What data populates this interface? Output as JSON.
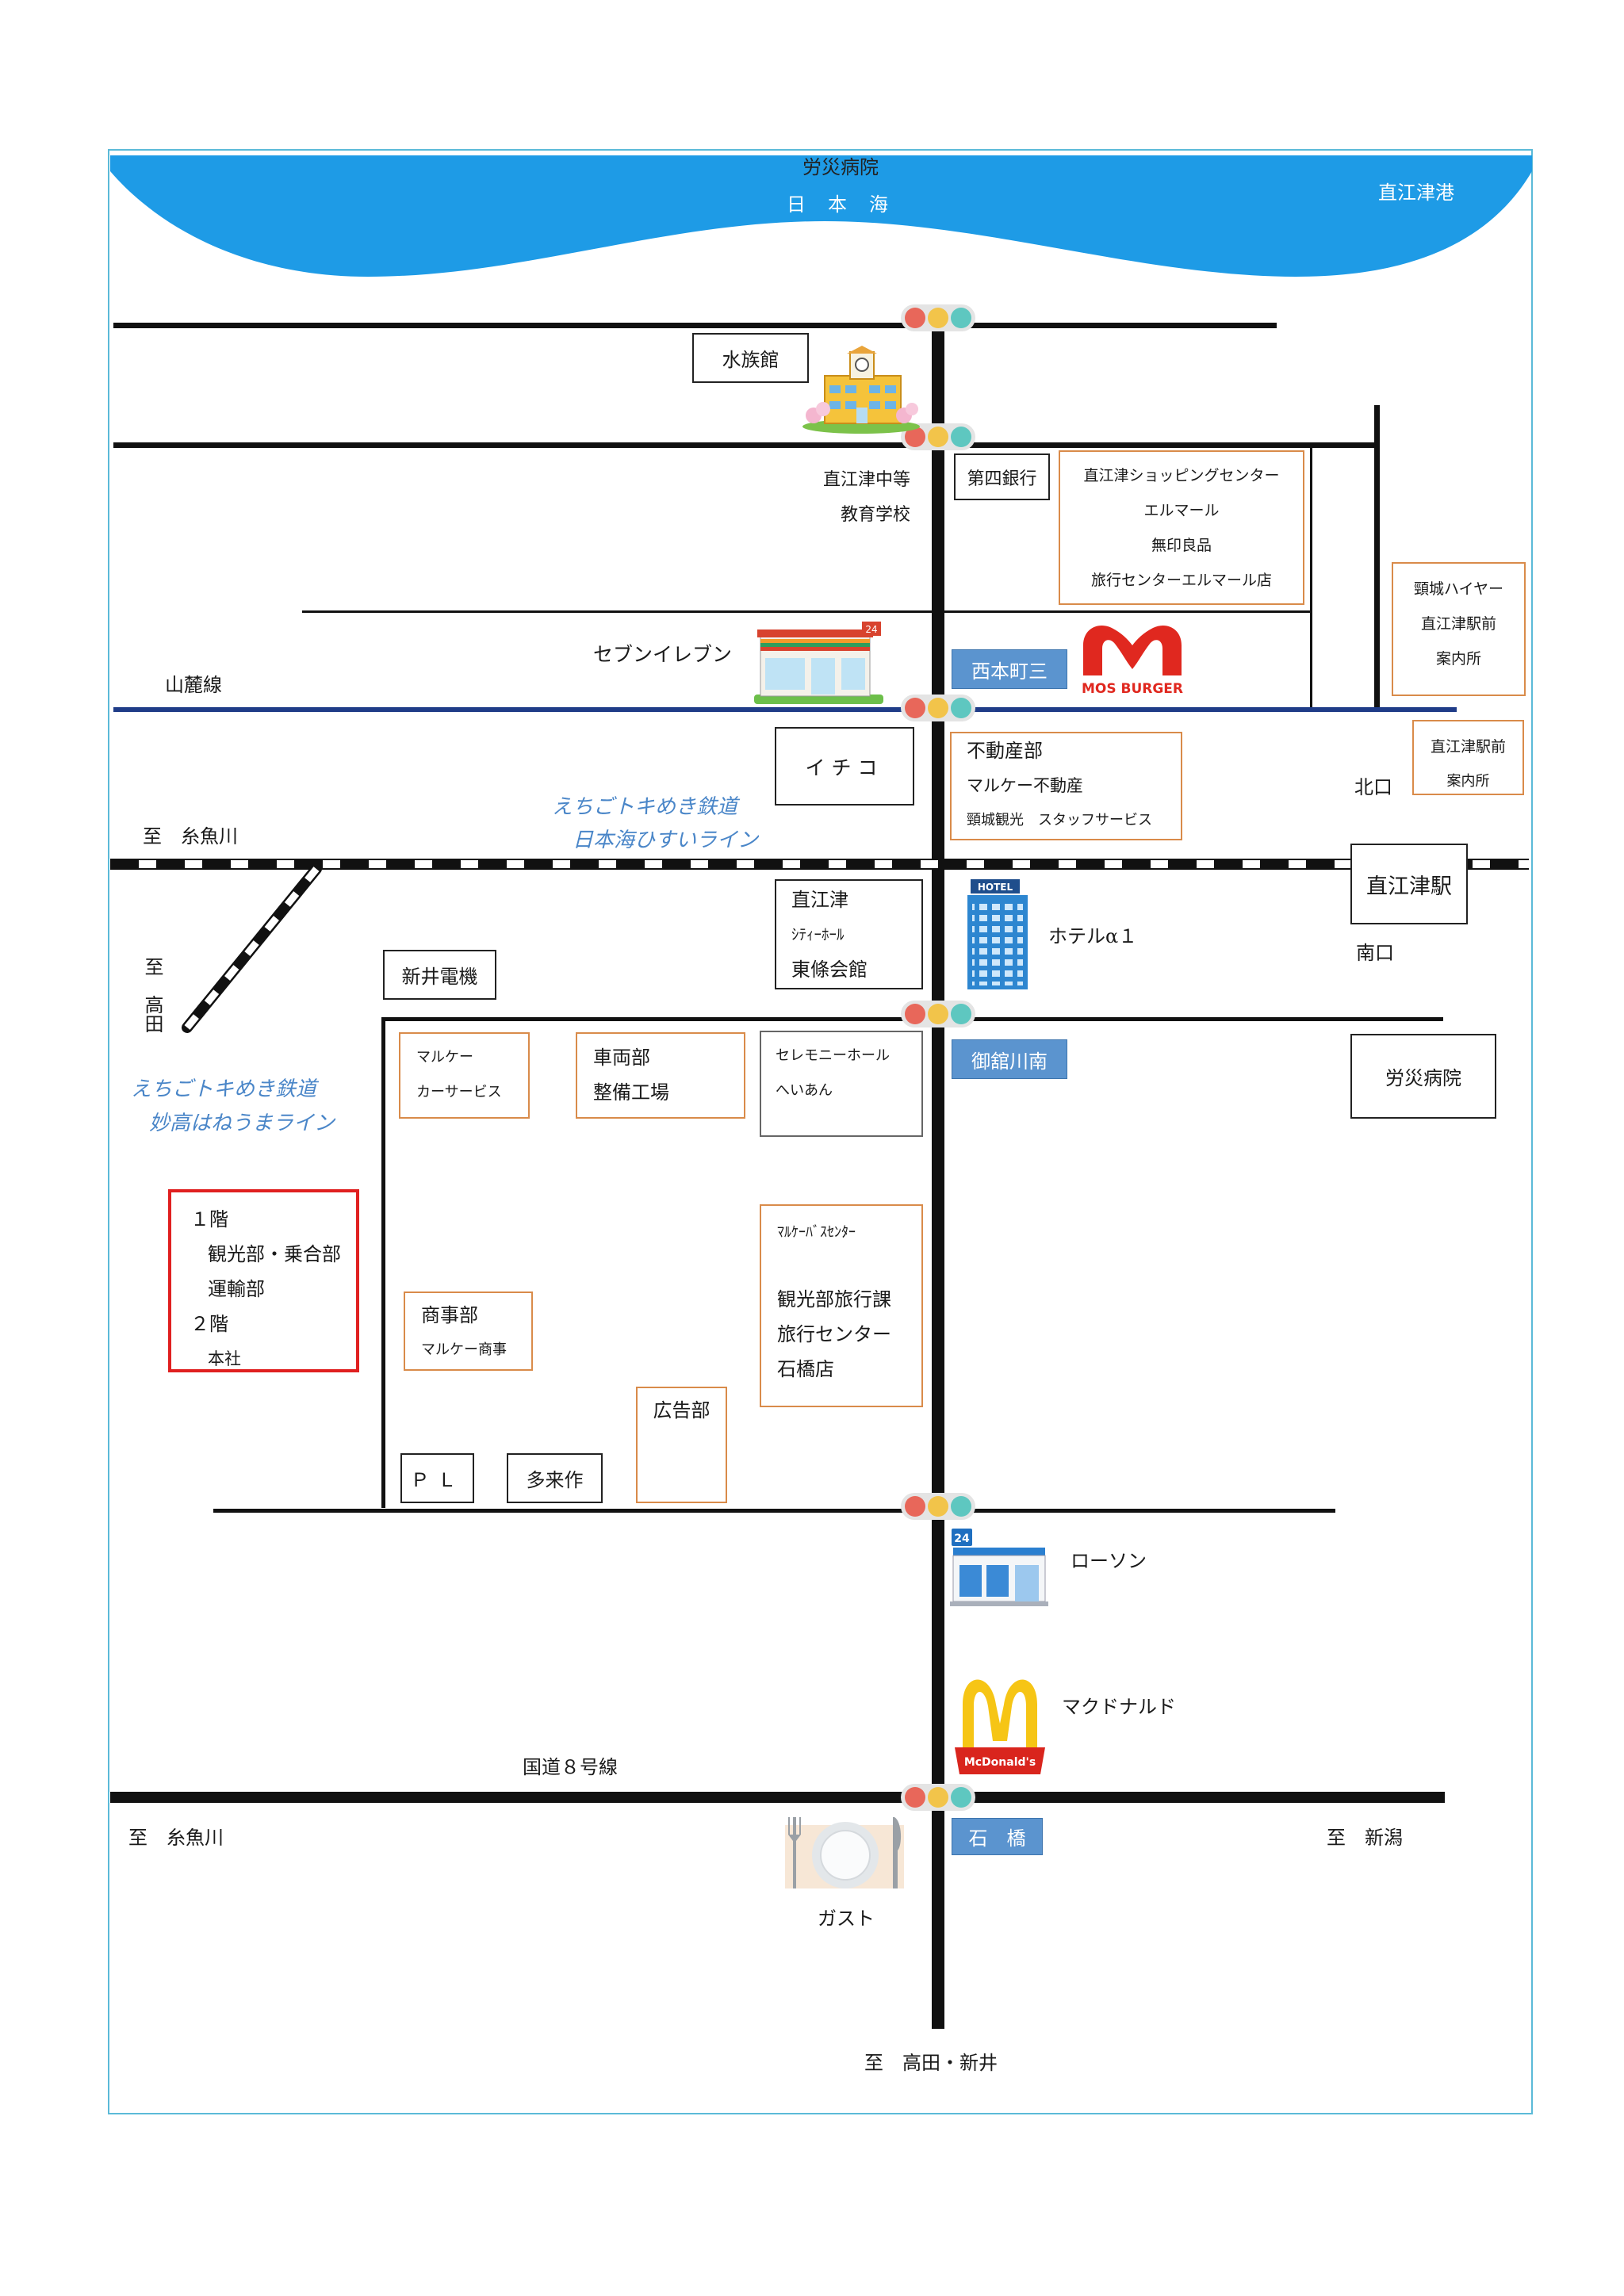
{
  "sea": {
    "hospital_label": "労災病院",
    "name": "日　本　海",
    "port": "直江津港"
  },
  "roads": {
    "sanroku": "山麓線",
    "route8": "国道８号線"
  },
  "directions": {
    "itoigawa_north": "至　糸魚川",
    "takada": "至　高田",
    "itoigawa_south": "至　糸魚川",
    "niigata": "至　新潟",
    "takada_arai": "至　高田・新井"
  },
  "railways": {
    "hisui": {
      "company": "えちごトキめき鉄道",
      "line": "日本海ひすいライン"
    },
    "haneuma": {
      "company": "えちごトキめき鉄道",
      "line": "妙高はねうまライン"
    }
  },
  "station": {
    "name": "直江津駅",
    "north_exit": "北口",
    "south_exit": "南口"
  },
  "bus_stops": {
    "nishihoncho": "西本町三",
    "mitachigawa": "御舘川南",
    "ishibashi": "石　橋"
  },
  "places": {
    "aquarium": "水族館",
    "school": [
      "直江津中等",
      "教育学校"
    ],
    "bank": "第四銀行",
    "shopping": [
      "直江津ショッピングセンター",
      "エルマール",
      "無印良品",
      "旅行センターエルマール店"
    ],
    "hire": [
      "頸城ハイヤー",
      "直江津駅前",
      "案内所"
    ],
    "seven_eleven": {
      "label": "セブンイレブン",
      "sign": "24"
    },
    "mos": {
      "logo": "MOS BURGER"
    },
    "ichiko": "イチコ",
    "real_estate": [
      "不動産部",
      "マルケー不動産",
      "頸城観光　スタッフサービス"
    ],
    "station_info": [
      "直江津駅前",
      "案内所"
    ],
    "city_hall": [
      "直江津",
      "ｼﾃｨｰﾎｰﾙ",
      "東條会館"
    ],
    "hotel": {
      "label": "ホテルα１",
      "sign": "HOTEL"
    },
    "arai": "新井電機",
    "rosai_hospital": "労災病院",
    "car_service": [
      "マルケー",
      "カーサービス"
    ],
    "vehicle": [
      "車両部",
      "整備工場"
    ],
    "ceremony": [
      "セレモニーホール",
      "へいあん"
    ],
    "headquarters": [
      "１階",
      "観光部・乗合部",
      "運輸部",
      "２階",
      "本社"
    ],
    "bus_center": [
      "ﾏﾙｹｰﾊﾞｽｾﾝﾀｰ",
      "観光部旅行課",
      "旅行センター",
      "石橋店"
    ],
    "trading": [
      "商事部",
      "マルケー商事"
    ],
    "advertising": "広告部",
    "pl": "ＰＬ",
    "takisaku": "多来作",
    "lawson": {
      "label": "ローソン",
      "sign": "24"
    },
    "mcdonalds": {
      "label": "マクドナルド",
      "logo": "McDonald's"
    },
    "gusto": "ガスト"
  },
  "colors": {
    "sea": "#1e9be6",
    "frame": "#5bbad8",
    "orange_border": "#d98b4a",
    "red_border": "#e02020",
    "bus_stop": "#5b94cf",
    "railway_text": "#4a86c8",
    "sanroku_line": "#1f3c88",
    "traffic_red": "#e8675a",
    "traffic_yellow": "#f2c44a",
    "traffic_teal": "#5ec7c0"
  }
}
